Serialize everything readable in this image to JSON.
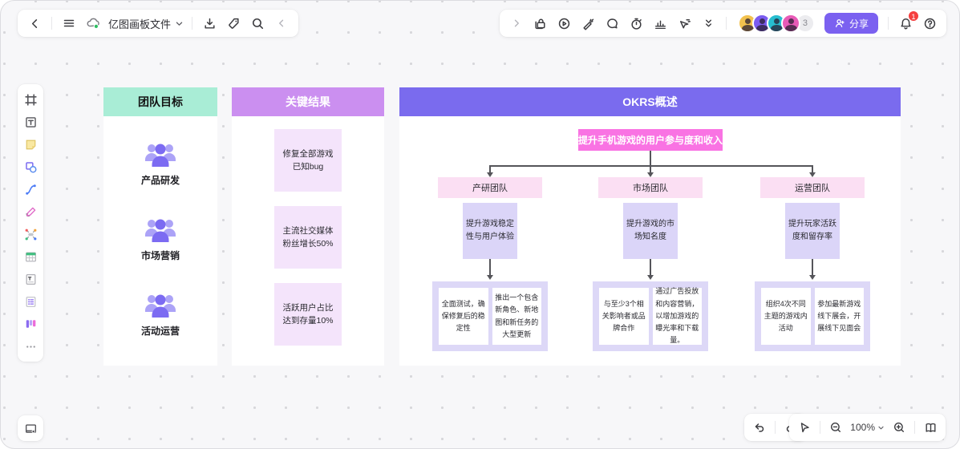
{
  "topbar": {
    "file_name": "亿图画板文件",
    "collaborator_overflow": "3",
    "share_label": "分享",
    "notification_count": "1"
  },
  "footer": {
    "zoom_level": "100%"
  },
  "colors": {
    "accent_purple": "#7b61f0",
    "notification_red": "#f53f3f",
    "saved_green": "#2ebe62",
    "header_mint": "#a9edd6",
    "header_orchid": "#cb8ff0",
    "header_purple": "#7a6bee",
    "root_node_pink": "#f973e3",
    "team_node_pink": "#fbdff3",
    "objective_lavender": "#dbd5f8",
    "result_light_purple": "#f4e4fb",
    "avatar_colors": [
      "#f2c14e",
      "#7b5cf0",
      "#27bdcf",
      "#e85bb7"
    ]
  },
  "board": {
    "goals_column": {
      "title": "团队目标",
      "teams": [
        {
          "label": "产品研发"
        },
        {
          "label": "市场营销"
        },
        {
          "label": "活动运营"
        }
      ]
    },
    "results_column": {
      "title": "关键结果",
      "results": [
        {
          "text": "修复全部游戏已知bug"
        },
        {
          "text": "主流社交媒体粉丝增长50%"
        },
        {
          "text": "活跃用户占比达到存量10%"
        }
      ]
    },
    "okr_column": {
      "title": "OKRS概述",
      "root_objective": "提升手机游戏的用户参与度和收入",
      "branches": [
        {
          "team": "产研团队",
          "objective": "提升游戏稳定性与用户体验",
          "key_results": [
            "全面测试，确保修复后的稳定性",
            "推出一个包含新角色、新地图和新任务的大型更新"
          ]
        },
        {
          "team": "市场团队",
          "objective": "提升游戏的市场知名度",
          "key_results": [
            "与至少3个相关影响者或品牌合作",
            "通过广告投放和内容营销，以增加游戏的曝光率和下载量。"
          ]
        },
        {
          "team": "运营团队",
          "objective": "提升玩家活跃度和留存率",
          "key_results": [
            "组织4次不同主题的游戏内活动",
            "参加最新游戏线下展会，开展线下见面会"
          ]
        }
      ]
    }
  }
}
